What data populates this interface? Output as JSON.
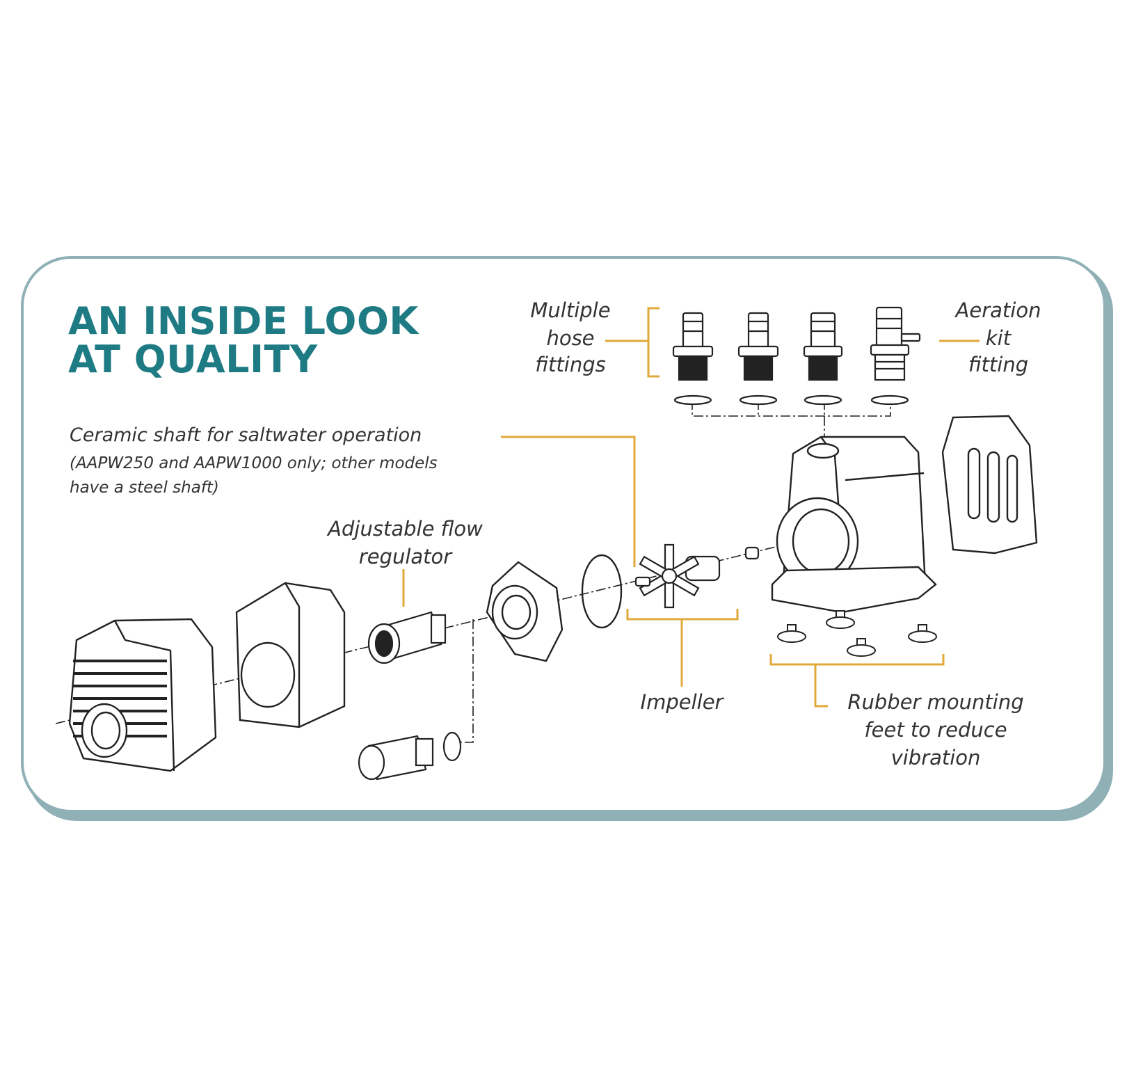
{
  "heading": {
    "line1": "AN INSIDE LOOK",
    "line2": "AT QUALITY"
  },
  "labels": {
    "hose_fittings": [
      "Multiple",
      "hose",
      "fittings"
    ],
    "aeration": [
      "Aeration",
      "kit",
      "fitting"
    ],
    "ceramic_shaft": "Ceramic shaft for saltwater operation",
    "ceramic_note_1": "(AAPW250 and AAPW1000 only; other models",
    "ceramic_note_2": "have a steel shaft)",
    "flow_regulator": [
      "Adjustable flow",
      "regulator"
    ],
    "impeller": "Impeller",
    "rubber_feet": [
      "Rubber mounting",
      "feet to reduce",
      "vibration"
    ]
  },
  "colors": {
    "accent": "#1e7b84",
    "leader": "#e0a93a",
    "card_border": "#8fb0b5",
    "line_art": "#222222"
  }
}
